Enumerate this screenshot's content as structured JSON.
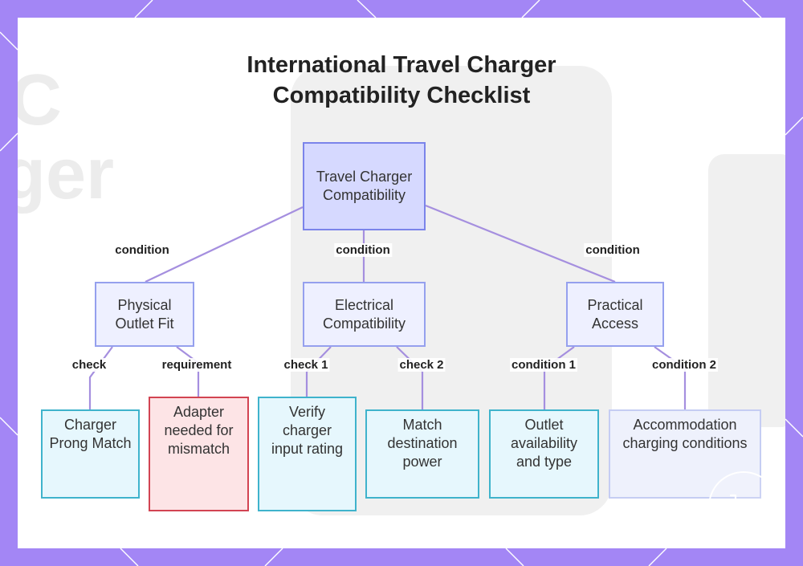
{
  "title": {
    "line1": "International Travel Charger",
    "line2": "Compatibility Checklist"
  },
  "background": {
    "ghost_text_1": "C",
    "ghost_text_2": "ger",
    "frame_color": "#a386f5"
  },
  "nodes": {
    "root": "Travel Charger Compatibility",
    "physical": "Physical Outlet Fit",
    "electrical": "Electrical Compatibility",
    "practical": "Practical Access",
    "prong": "Charger Prong Match",
    "adapter": "Adapter needed for mismatch",
    "verify": "Verify charger input rating",
    "match_power": "Match destination power",
    "outlet": "Outlet availability and type",
    "accommodation": "Accommodation charging conditions"
  },
  "edge_labels": {
    "root_physical": "condition",
    "root_electrical": "condition",
    "root_practical": "condition",
    "physical_prong": "check",
    "physical_adapter": "requirement",
    "electrical_verify": "check 1",
    "electrical_match": "check 2",
    "practical_outlet": "condition 1",
    "practical_accommodation": "condition 2"
  },
  "colors": {
    "edge": "#a58fdf",
    "root_fill": "#d6d9ff",
    "leaf_border": "#3fb3cc",
    "warning_border": "#d24452"
  },
  "badge_icon": "cart-icon"
}
